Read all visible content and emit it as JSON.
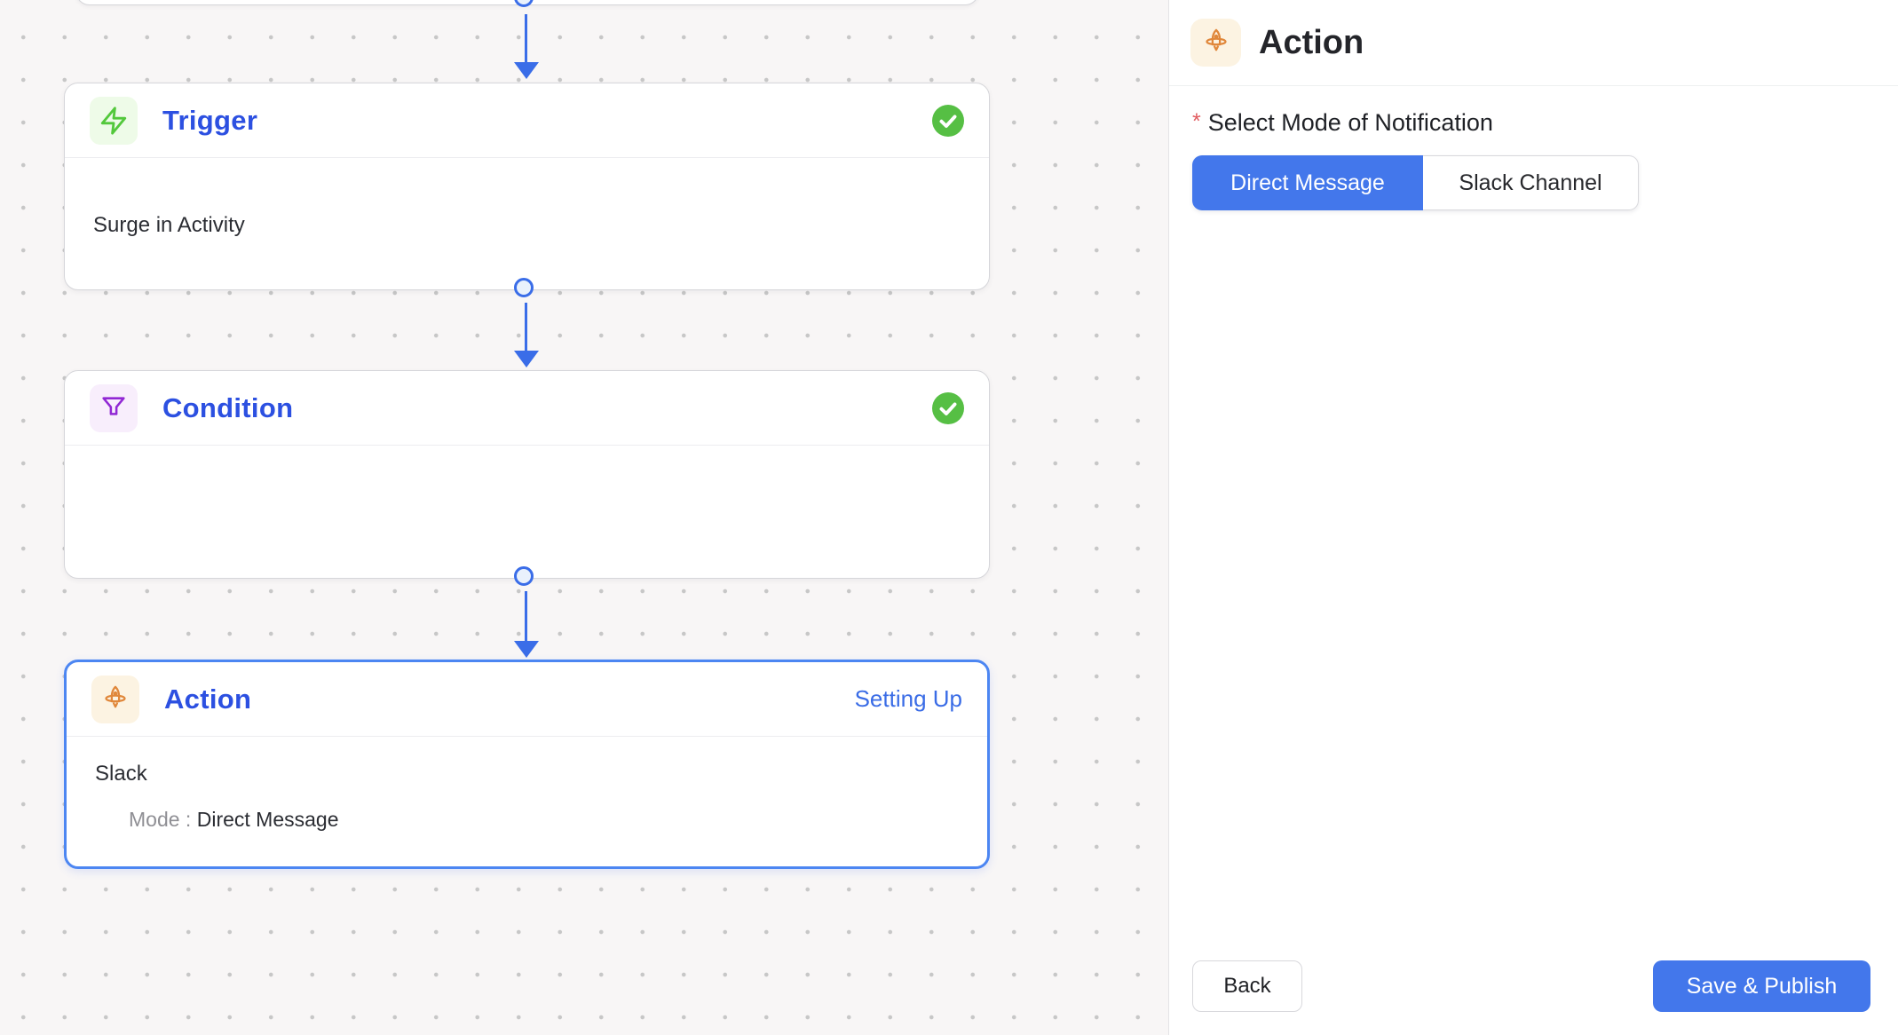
{
  "canvas": {
    "nodes": [
      {
        "id": "trigger",
        "title": "Trigger",
        "icon": "lightning-icon",
        "status": "complete",
        "body_line": "Surge in Activity"
      },
      {
        "id": "condition",
        "title": "Condition",
        "icon": "funnel-icon",
        "status": "complete",
        "body_line": ""
      },
      {
        "id": "action",
        "title": "Action",
        "icon": "rocket-icon",
        "status_label": "Setting Up",
        "body_line": "Slack",
        "mode_label": "Mode :",
        "mode_value": "Direct Message",
        "selected": true
      }
    ]
  },
  "panel": {
    "title": "Action",
    "icon": "rocket-icon",
    "required_marker": "*",
    "field_label": "Select Mode of Notification",
    "toggle": {
      "options": [
        {
          "label": "Direct Message",
          "selected": true
        },
        {
          "label": "Slack Channel",
          "selected": false
        }
      ]
    },
    "back_label": "Back",
    "save_label": "Save & Publish"
  },
  "colors": {
    "accent-blue": "#4377eb",
    "title-blue": "#2c50e1",
    "link-blue": "#3a6ce6",
    "connector-blue": "#3a6de8",
    "selected-border-blue": "#4c86f2",
    "success-green": "#56bf44",
    "trigger-green": "#53c83c",
    "trigger-chip-bg": "#eefbe8",
    "condition-purple": "#9128d4",
    "condition-chip-bg": "#f8eefc",
    "action-orange": "#e0873a",
    "action-chip-bg": "#fcf3e2",
    "required-red": "#e15c60"
  }
}
